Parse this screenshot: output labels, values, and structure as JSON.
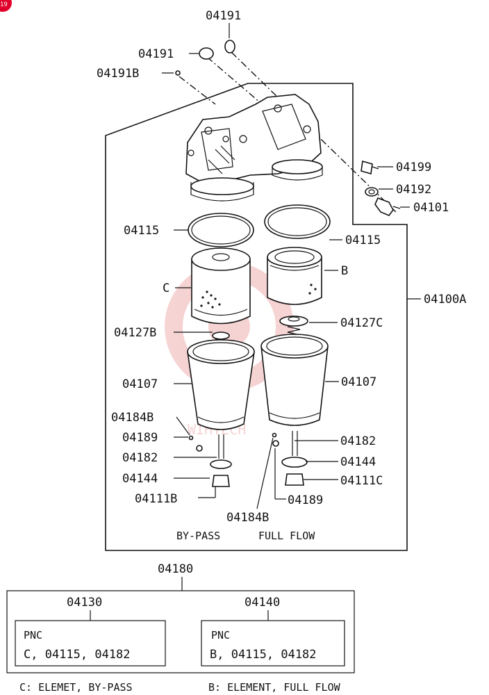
{
  "corner_badge": "19",
  "watermark": "WIHTECH",
  "callouts": {
    "top_oring": "04191",
    "left_oring": "04191",
    "plug": "04191B",
    "bolt": "04199",
    "washer": "04192",
    "union": "04101",
    "left_gasket": "04115",
    "right_gasket": "04115",
    "element_c": "C",
    "element_b": "B",
    "assembly": "04100A",
    "left_valve": "04127B",
    "right_valve": "04127C",
    "left_case": "04107",
    "right_case": "04107",
    "left_84": "04184B",
    "left_89": "04189",
    "left_82": "04182",
    "left_44": "04144",
    "left_bolt": "04111B",
    "right_82": "04182",
    "right_44": "04144",
    "right_bolt": "04111C",
    "right_89": "04189",
    "right_84": "04184B"
  },
  "captions": {
    "bypass": "BY-PASS",
    "fullflow": "FULL FLOW"
  },
  "kits": {
    "parent": "04180",
    "left": {
      "code": "04130",
      "title": "PNC",
      "parts": "C, 04115, 04182"
    },
    "right": {
      "code": "04140",
      "title": "PNC",
      "parts": "B, 04115, 04182"
    }
  },
  "legend": {
    "c": "C: ELEMET, BY-PASS",
    "b": "B: ELEMENT, FULL FLOW"
  },
  "colors": {
    "badge": "#e0002a",
    "watermark": "#f0b0b0"
  }
}
